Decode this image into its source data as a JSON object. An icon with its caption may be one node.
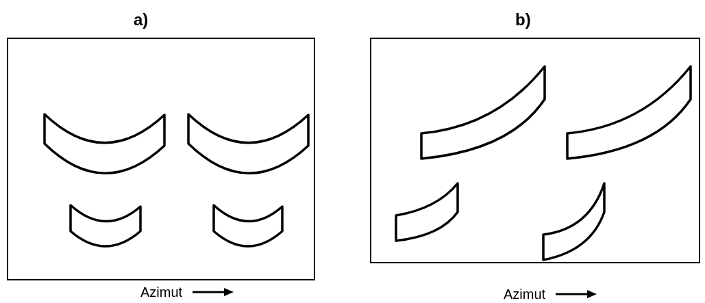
{
  "diagram": {
    "nodes": [
      {
        "text": [
          "a)"
        ]
      },
      {
        "text": [
          "b)"
        ]
      },
      {
        "text": [],
        "shape": "band",
        "in": 0
      },
      {
        "text": [],
        "shape": "band",
        "in": 0
      },
      {
        "text": [],
        "shape": "band",
        "in": 0
      },
      {
        "text": [],
        "shape": "band",
        "in": 0
      },
      {
        "text": [],
        "shape": "band",
        "in": 1
      },
      {
        "text": [],
        "shape": "band",
        "in": 1
      },
      {
        "text": [],
        "shape": "band",
        "in": 1
      },
      {
        "text": [],
        "shape": "band",
        "in": 1
      }
    ],
    "labels": [
      "Azimut",
      "Azimut"
    ]
  }
}
